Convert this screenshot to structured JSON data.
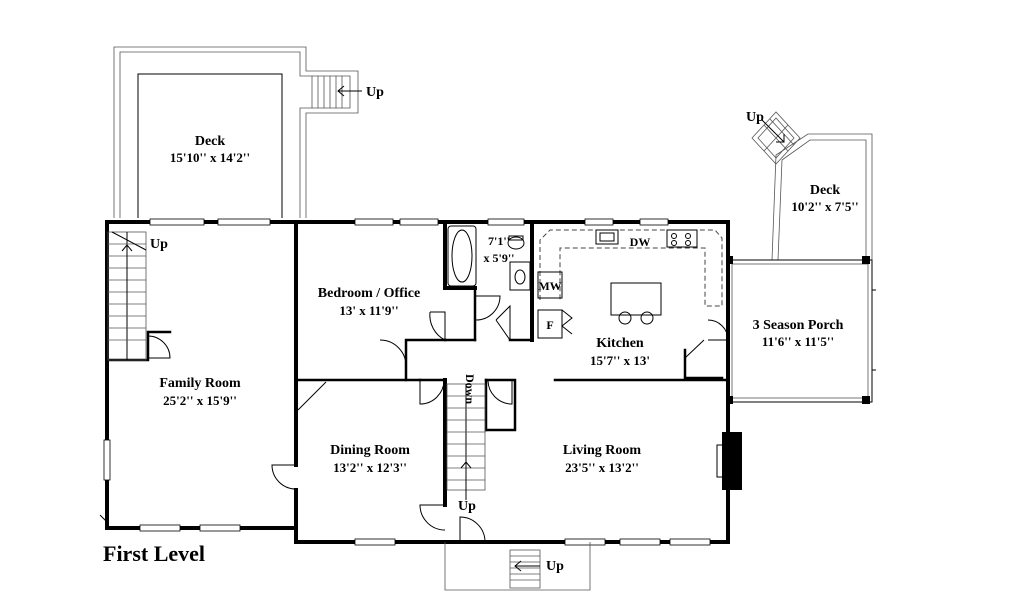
{
  "title": "First Level",
  "rooms": {
    "deck_upper": {
      "name": "Deck",
      "dims": "15'10'' x 14'2''"
    },
    "deck_right": {
      "name": "Deck",
      "dims": "10'2'' x 7'5''"
    },
    "family": {
      "name": "Family Room",
      "dims": "25'2'' x 15'9''"
    },
    "bedroom": {
      "name": "Bedroom / Office",
      "dims": "13' x 11'9''"
    },
    "bath": {
      "line1": "7'1''",
      "line2": "x 5'9''"
    },
    "kitchen": {
      "name": "Kitchen",
      "dims": "15'7'' x 13'"
    },
    "porch": {
      "name": "3 Season Porch",
      "dims": "11'6'' x 11'5''"
    },
    "dining": {
      "name": "Dining Room",
      "dims": "13'2'' x 12'3''"
    },
    "living": {
      "name": "Living Room",
      "dims": "23'5'' x 13'2''"
    }
  },
  "labels": {
    "up_deck": "Up",
    "up_right_deck": "Up",
    "up_family_stair": "Up",
    "up_center_stair": "Up",
    "up_front_steps": "Up",
    "down_stair": "Down",
    "dishwasher": "DW",
    "microwave": "MW",
    "fridge": "F"
  }
}
